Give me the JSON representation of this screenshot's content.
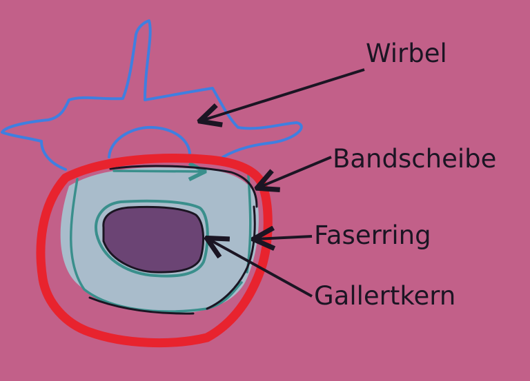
{
  "labels": {
    "wirbel": "Wirbel",
    "bandscheibe": "Bandscheibe",
    "faserring": "Faserring",
    "gallertkern": "Gallertkern"
  },
  "colors": {
    "background": "#c26089",
    "vertebra_outline": "#3f7fe0",
    "disc_outline": "#e8232e",
    "annulus_fill": "#a9bccb",
    "nucleus_fill": "#6b4474",
    "fiber_lines": "#3a8f8c",
    "ink": "#1b1523"
  }
}
